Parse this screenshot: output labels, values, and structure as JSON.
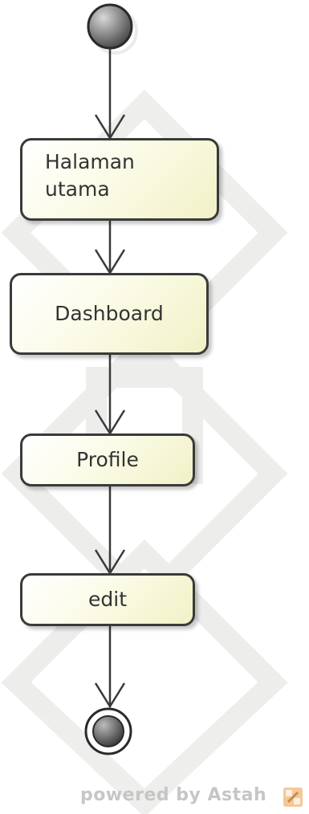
{
  "diagram": {
    "type": "activity",
    "nodes": {
      "initial": {
        "kind": "initial-node"
      },
      "halaman_utama": {
        "line1": "Halaman",
        "line2": "utama"
      },
      "dashboard": {
        "label": "Dashboard"
      },
      "profile": {
        "label": "Profile"
      },
      "edit": {
        "label": "edit"
      },
      "final": {
        "kind": "final-node"
      }
    },
    "flow": [
      "initial",
      "halaman_utama",
      "dashboard",
      "profile",
      "edit",
      "final"
    ]
  },
  "footer": {
    "watermark": "powered by Astah"
  },
  "colors": {
    "stroke": "#3a3a3a",
    "node_fill": "#f5f5d4",
    "text": "#333333",
    "watermark": "#c6c6c6"
  },
  "background": {
    "pattern": "faint-geometric-watermark",
    "color": "#eeeeea"
  }
}
